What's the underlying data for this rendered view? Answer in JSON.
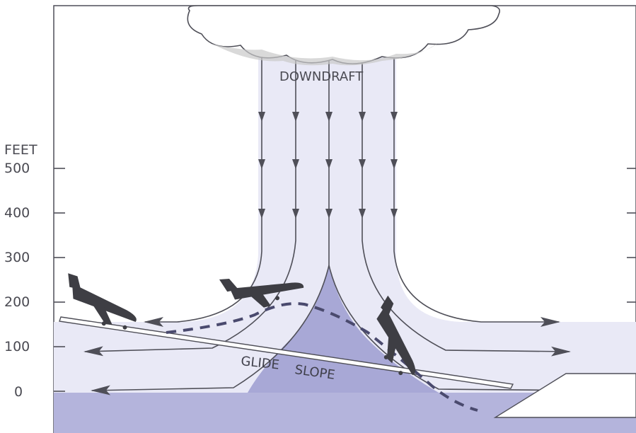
{
  "diagram": {
    "axis_unit": "FEET",
    "altitude_ticks": [
      "500",
      "400",
      "300",
      "200",
      "100",
      "0"
    ],
    "downdraft_label": "DOWNDRAFT",
    "glide_label_1": "GLIDE",
    "glide_label_2": "SLOPE"
  },
  "colors": {
    "air": "#e9e9f6",
    "ground": "#b4b4dc",
    "core": "#a8a8d6",
    "ink": "#4f4f58",
    "aircraft": "#3e3e44",
    "cloud": "#eeeeee"
  },
  "icons": {
    "cloud": "cloud-icon",
    "aircraft": "airplane-icon",
    "arrow": "arrow-icon"
  }
}
